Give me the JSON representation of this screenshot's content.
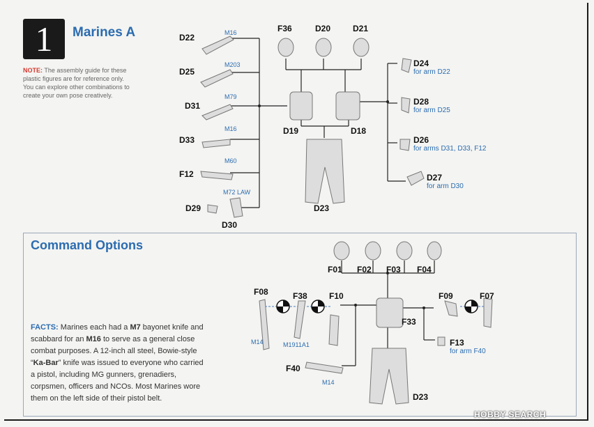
{
  "step": {
    "number": "1",
    "title": "Marines A"
  },
  "note": {
    "label": "NOTE:",
    "text": "The assembly guide for these plastic figures are for reference only. You can explore other combinations to create your own pose creatively."
  },
  "left_parts": [
    {
      "id": "D22",
      "weapon": "M16"
    },
    {
      "id": "D25",
      "weapon": "M203"
    },
    {
      "id": "D31",
      "weapon": "M79"
    },
    {
      "id": "D33",
      "weapon": "M16"
    },
    {
      "id": "F12",
      "weapon": "M60"
    },
    {
      "id": "D29",
      "weapon": "M72 LAW"
    },
    {
      "id": "D30",
      "weapon": ""
    }
  ],
  "heads_top": [
    "F36",
    "D20",
    "D21"
  ],
  "torsos_top": [
    "D19",
    "D18"
  ],
  "legs_top": "D23",
  "right_arms": [
    {
      "id": "D24",
      "note": "for arm D22"
    },
    {
      "id": "D28",
      "note": "for arm D25"
    },
    {
      "id": "D26",
      "note": "for arms D31, D33, F12"
    },
    {
      "id": "D27",
      "note": "for arm D30"
    }
  ],
  "command": {
    "title": "Command Options",
    "heads": [
      "F01",
      "F02",
      "F03",
      "F04"
    ],
    "torso": "F33",
    "legs": "D23",
    "left_arms": [
      {
        "id": "F08",
        "weapon": "M14"
      },
      {
        "id": "F38",
        "weapon": "M1911A1"
      },
      {
        "id": "F10",
        "weapon": ""
      }
    ],
    "f40": {
      "id": "F40",
      "weapon": "M14"
    },
    "right_arms": [
      {
        "id": "F09"
      },
      {
        "id": "F07"
      }
    ],
    "f13": {
      "id": "F13",
      "note": "for arm F40"
    }
  },
  "facts": {
    "label": "FACTS:",
    "t1": "Marines each had a ",
    "b1": "M7",
    "t2": " bayonet knife and scabbard for an ",
    "b2": "M16",
    "t3": " to serve as a general close combat purposes.  A 12-inch all steel, Bowie-style “",
    "b3": "Ka-Bar",
    "t4": "” knife was issued to everyone who carried a pistol, including MG gunners, grenadiers, corpsmen, officers and NCOs.  Most Marines wore them on the left side of their pistol belt."
  },
  "watermark": "HOBBY SEARCH",
  "colors": {
    "accent": "#2b6cb0",
    "note_red": "#d43a2f",
    "dark": "#1a1a1a"
  }
}
